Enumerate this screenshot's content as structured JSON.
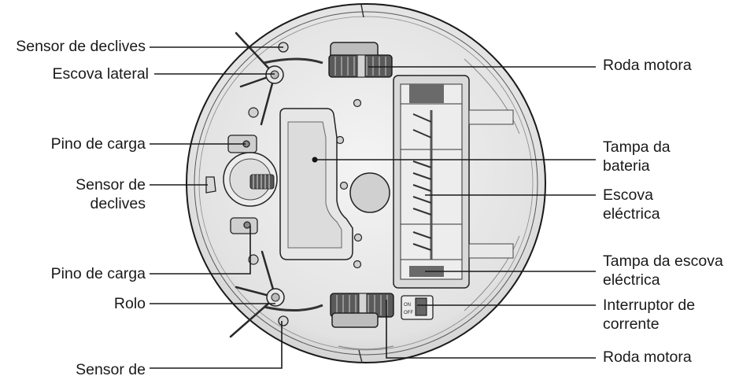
{
  "labels_left": {
    "cliff_sensor_top": "Sensor de declives",
    "side_brush": "Escova lateral",
    "charging_pin_top": "Pino de carga",
    "cliff_sensor_mid_line1": "Sensor de",
    "cliff_sensor_mid_line2": "declives",
    "charging_pin_bottom": "Pino de carga",
    "roller": "Rolo",
    "cliff_sensor_bottom": "Sensor de"
  },
  "labels_right": {
    "drive_wheel_top": "Roda motora",
    "battery_cover_line1": "Tampa da",
    "battery_cover_line2": "bateria",
    "power_brush_line1": "Escova",
    "power_brush_line2": "eléctrica",
    "power_brush_cover_line1": "Tampa da escova",
    "power_brush_cover_line2": "eléctrica",
    "power_switch_line1": "Interruptor de",
    "power_switch_line2": "corrente",
    "drive_wheel_bottom": "Roda motora"
  },
  "switch_markings": {
    "on": "ON",
    "off": "OFF"
  }
}
